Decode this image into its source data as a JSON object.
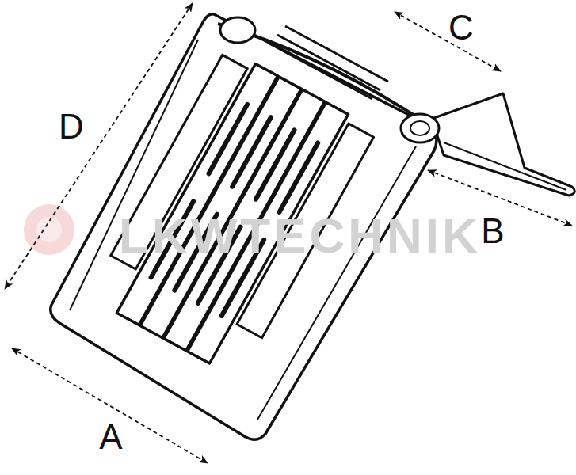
{
  "diagram": {
    "labels": [
      "A",
      "B",
      "C",
      "D",
      "LKWTECHNIK"
    ]
  }
}
